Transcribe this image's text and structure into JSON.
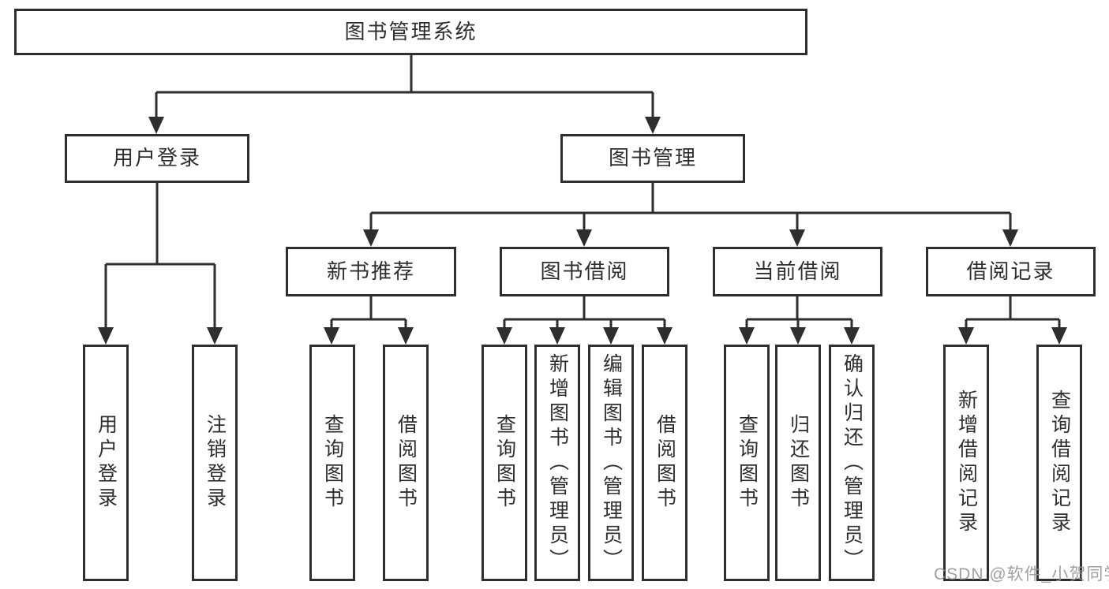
{
  "nodes": {
    "root": "图书管理系统",
    "user_login_branch": "用户登录",
    "book_management_branch": "图书管理",
    "new_book_recommend": "新书推荐",
    "book_borrowing": "图书借阅",
    "current_borrowing": "当前借阅",
    "borrowing_records": "借阅记录",
    "user_login": "用户登录",
    "logout_login": "注销登录",
    "query_books_recommend": "查询图书",
    "borrow_books_recommend": "借阅图书",
    "query_books_borrow": "查询图书",
    "add_books_admin": "新增图书（管理员）",
    "edit_books_admin": "编辑图书（管理员）",
    "borrow_books_borrow": "借阅图书",
    "query_books_current": "查询图书",
    "return_books": "归还图书",
    "confirm_return_admin": "确认归还（管理员）",
    "add_borrowing_record": "新增借阅记录",
    "query_borrowing_record": "查询借阅记录"
  },
  "watermark": "CSDN @软件_小贺同学",
  "colors": {
    "line": "#2e2e2e",
    "text": "#2e2e2e",
    "background": "#ffffff",
    "watermark": "#969696"
  }
}
